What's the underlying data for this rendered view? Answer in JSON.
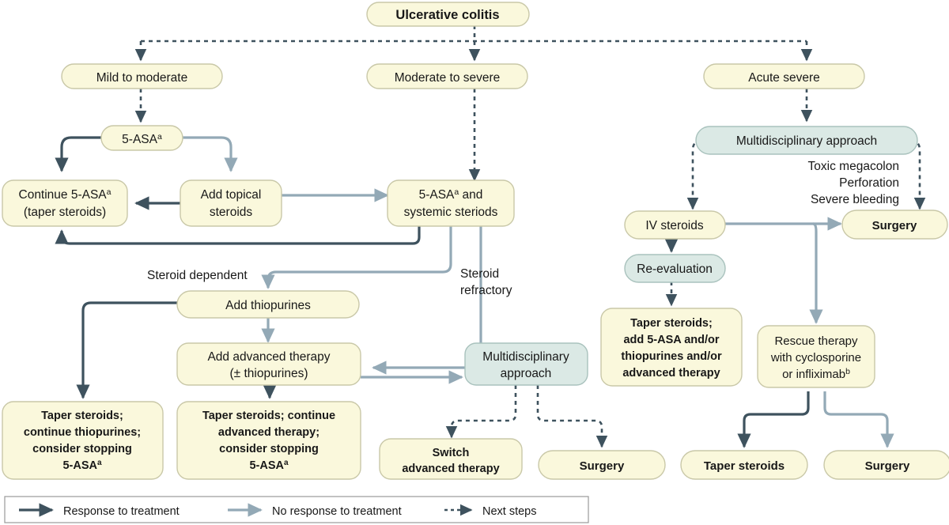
{
  "title": "Ulcerative colitis treatment algorithm flowchart",
  "colors": {
    "node_yellow_fill": "#faf8dc",
    "node_yellow_stroke": "#c9c8a8",
    "node_teal_fill": "#dbe9e5",
    "node_teal_stroke": "#a9c2bd",
    "arrow_dark": "#3e525e",
    "arrow_light": "#93a9b6",
    "arrow_dotted": "#3e525e",
    "text": "#181818",
    "legend_border": "#9a9a9a",
    "background": "#ffffff"
  },
  "nodes": {
    "root": {
      "label": "Ulcerative colitis",
      "bold": true,
      "fill": "yellow"
    },
    "mild_moderate": {
      "label": "Mild to moderate",
      "bold": false,
      "fill": "yellow"
    },
    "moderate_severe": {
      "label": "Moderate to severe",
      "bold": false,
      "fill": "yellow"
    },
    "acute_severe": {
      "label": "Acute severe",
      "bold": false,
      "fill": "yellow"
    },
    "asa": {
      "label": "5-ASA",
      "sup": "a",
      "bold": false,
      "fill": "yellow"
    },
    "continue_asa": {
      "line1": "Continue 5-ASA",
      "sup1": "a",
      "line2": "(taper steroids)",
      "bold": false,
      "fill": "yellow"
    },
    "add_topical": {
      "line1": "Add topical",
      "line2": "steroids",
      "bold": false,
      "fill": "yellow"
    },
    "asa_systemic": {
      "line1": "5-ASA",
      "sup1": "a",
      "line1b": " and",
      "line2": "systemic steriods",
      "bold": false,
      "fill": "yellow"
    },
    "add_thiopurines": {
      "label": "Add thiopurines",
      "bold": false,
      "fill": "yellow"
    },
    "add_advanced": {
      "line1": "Add advanced therapy",
      "line2": "(± thiopurines)",
      "bold": false,
      "fill": "yellow"
    },
    "mdt_left": {
      "line1": "Multidisciplinary",
      "line2": "approach",
      "bold": false,
      "fill": "teal"
    },
    "taper_thio": {
      "line1": "Taper steroids;",
      "line2": "continue thiopurines;",
      "line3": "consider stopping",
      "line4": "5-ASA",
      "sup4": "a",
      "bold": true,
      "fill": "yellow"
    },
    "taper_adv": {
      "line1": "Taper steroids; continue",
      "line2": "advanced therapy;",
      "line3": "consider stopping",
      "line4": "5-ASA",
      "sup4": "a",
      "bold": true,
      "fill": "yellow"
    },
    "switch_adv": {
      "line1": "Switch",
      "line2": "advanced therapy",
      "bold": true,
      "fill": "yellow"
    },
    "surgery_mid": {
      "label": "Surgery",
      "bold": true,
      "fill": "yellow"
    },
    "mdt_right": {
      "label": "Multidisciplinary approach",
      "bold": false,
      "fill": "teal"
    },
    "iv_steroids": {
      "label": "IV steroids",
      "bold": false,
      "fill": "yellow"
    },
    "reevaluation": {
      "label": "Re-evaluation",
      "bold": false,
      "fill": "teal"
    },
    "surgery_top_right": {
      "label": "Surgery",
      "bold": true,
      "fill": "yellow"
    },
    "taper_add": {
      "line1": "Taper steroids;",
      "line2": "add 5-ASA and/or",
      "line3": "thiopurines and/or",
      "line4": "advanced therapy",
      "bold": true,
      "fill": "yellow"
    },
    "rescue": {
      "line1": "Rescue therapy",
      "line2": "with cyclosporine",
      "line3": "or infliximab",
      "sup3": "b",
      "bold": false,
      "fill": "yellow"
    },
    "taper_steroids_br": {
      "label": "Taper steroids",
      "bold": true,
      "fill": "yellow"
    },
    "surgery_br": {
      "label": "Surgery",
      "bold": true,
      "fill": "yellow"
    }
  },
  "annotations": {
    "steroid_dependent": "Steroid dependent",
    "steroid_refractory_l1": "Steroid",
    "steroid_refractory_l2": "refractory",
    "complication_l1": "Toxic megacolon",
    "complication_l2": "Perforation",
    "complication_l3": "Severe bleeding"
  },
  "legend": {
    "items": [
      {
        "label": "Response to treatment",
        "style": "solid-dark"
      },
      {
        "label": "No response to treatment",
        "style": "solid-light"
      },
      {
        "label": "Next steps",
        "style": "dotted-dark"
      }
    ]
  }
}
